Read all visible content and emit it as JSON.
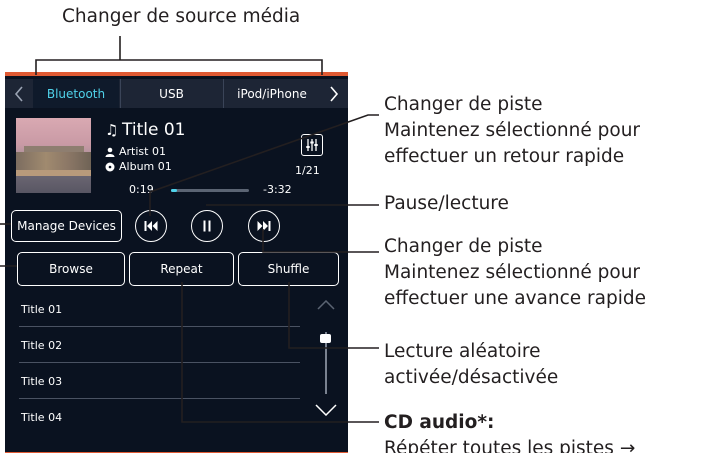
{
  "callouts": {
    "source": "Changer de source média",
    "prev_line1": "Changer de piste",
    "prev_line2": "Maintenez sélectionné pour",
    "prev_line3": "effectuer un retour rapide",
    "pause": "Pause/lecture",
    "next_line1": "Changer de piste",
    "next_line2": "Maintenez sélectionné pour",
    "next_line3": "effectuer une avance rapide",
    "shuffle_line1": "Lecture aléatoire",
    "shuffle_line2": "activée/désactivée",
    "repeat_heading": "CD audio*:",
    "repeat_desc": "Répéter toutes les pistes →"
  },
  "source_bar": {
    "tabs": [
      "Bluetooth",
      "USB",
      "iPod/iPhone"
    ],
    "active_tab": "Bluetooth",
    "left_arrow": "chevron-left-icon",
    "right_arrow": "chevron-right-icon"
  },
  "now_playing": {
    "title": "Title 01",
    "artist": "Artist 01",
    "album": "Album 01",
    "track_counter": "1/21",
    "elapsed": "0:19",
    "remaining": "-3:32",
    "progress_fraction": 0.08
  },
  "buttons": {
    "manage_devices": "Manage Devices",
    "browse": "Browse",
    "repeat": "Repeat",
    "shuffle": "Shuffle"
  },
  "track_list": [
    "Title 01",
    "Title 02",
    "Title 03",
    "Title 04"
  ],
  "colors": {
    "screen_bg": "#0a1220",
    "accent_cyan": "#4fd2ea",
    "accent_orange": "#e05a33",
    "text": "#231f20"
  }
}
